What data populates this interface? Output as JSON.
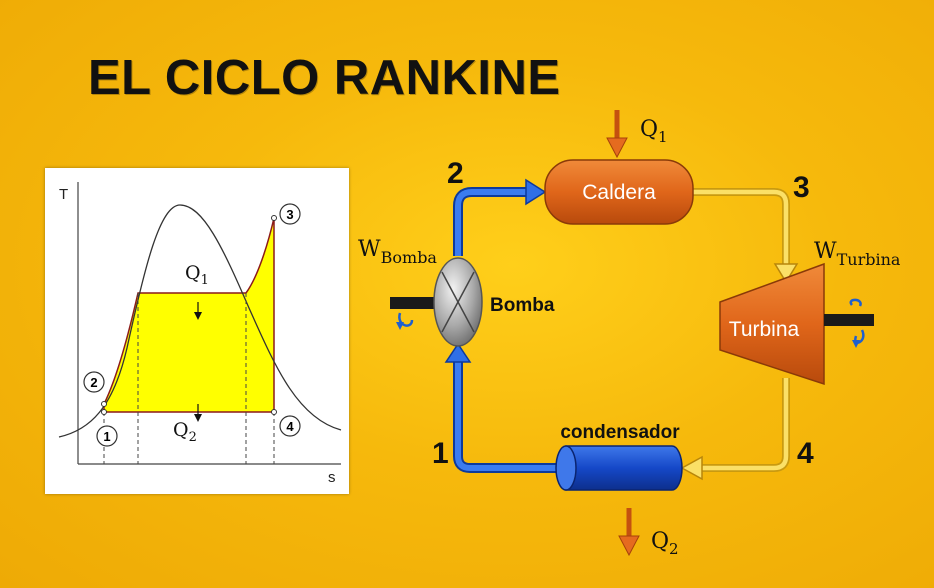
{
  "title": "EL CICLO RANKINE",
  "ts_diagram": {
    "axis_t": "T",
    "axis_s": "s",
    "heat_in_sym": "Q",
    "heat_in_sub": "1",
    "heat_out_sym": "Q",
    "heat_out_sub": "2",
    "points": [
      "1",
      "2",
      "3",
      "4"
    ],
    "colors": {
      "fill": "#ffff00",
      "curve": "#333333",
      "path": "#8b1a1a"
    }
  },
  "cycle": {
    "boiler": "Caldera",
    "turbine": "Turbina",
    "pump": "Bomba",
    "condenser": "condensador",
    "q1_sym": "Q",
    "q1_sub": "1",
    "q2_sym": "Q",
    "q2_sub": "2",
    "w_pump_sym": "W",
    "w_pump_sub": "Bomba",
    "w_turbine_sym": "W",
    "w_turbine_sub": "Turbina",
    "state_labels": [
      "1",
      "2",
      "3",
      "4"
    ],
    "colors": {
      "liquid_pipe": "#1e5fd0",
      "vapor_pipe": "#f7d23a",
      "component": "#e0661a",
      "condenser": "#1548c8",
      "arrow_heat": "#e56b1f"
    }
  }
}
